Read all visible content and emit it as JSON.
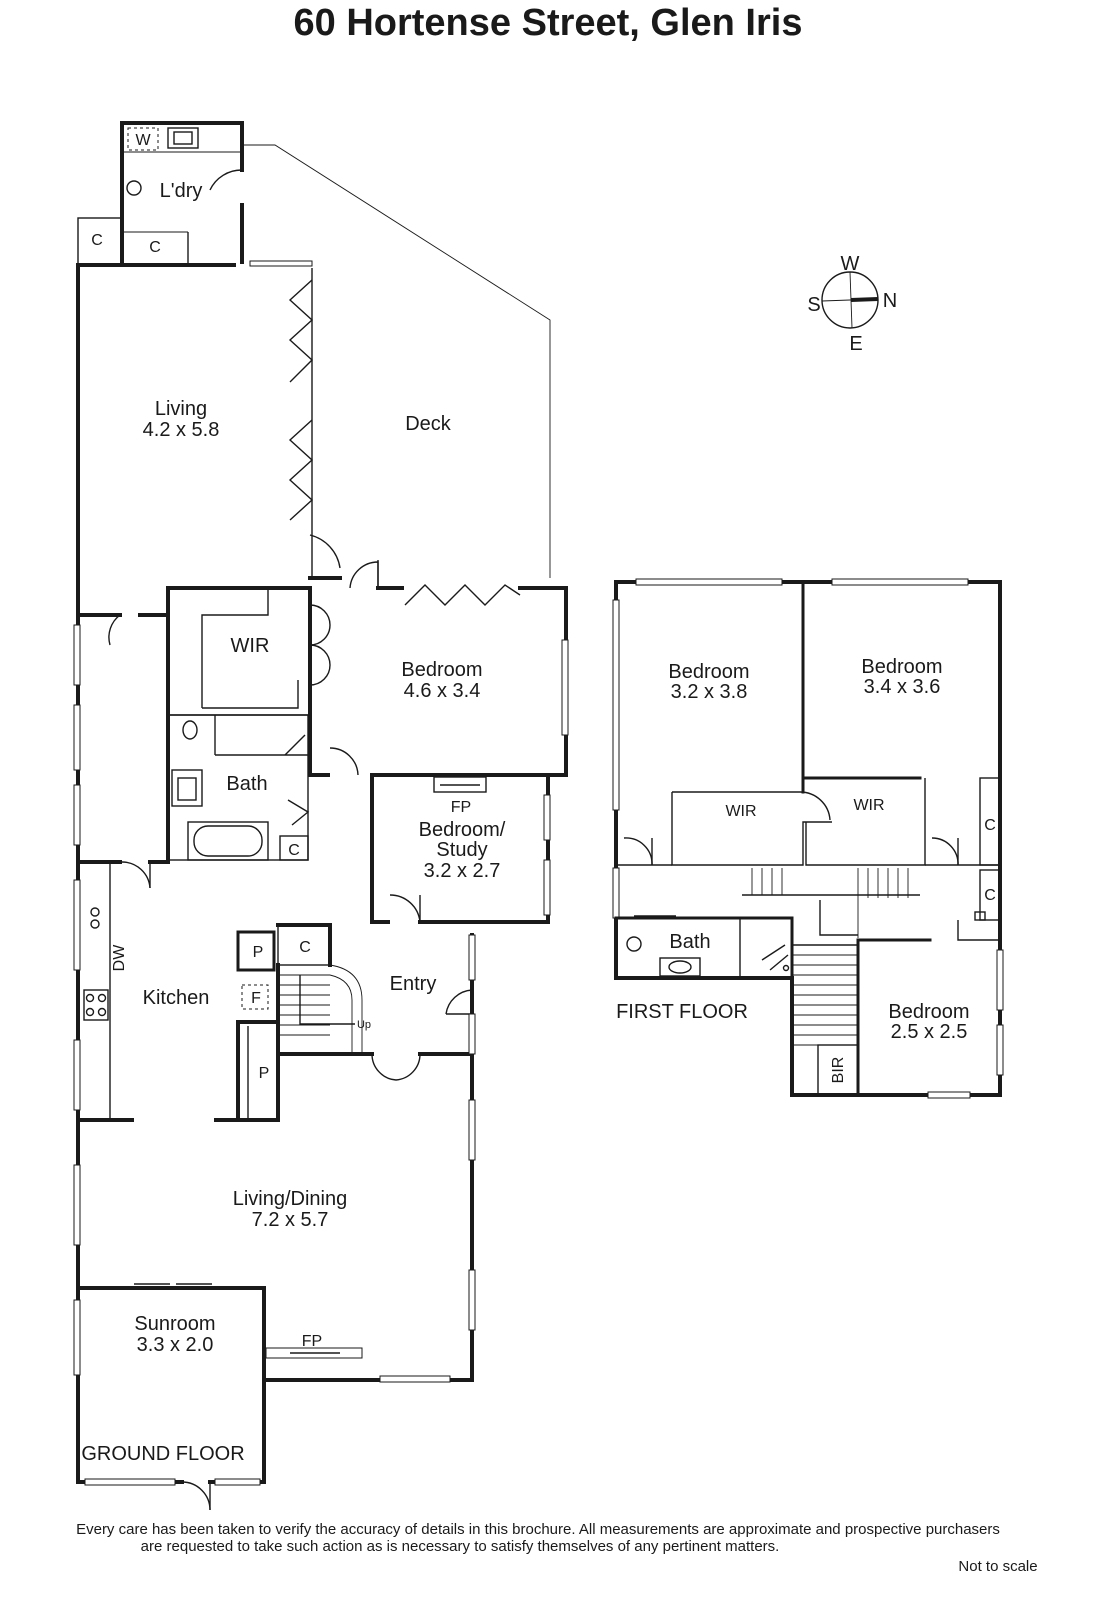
{
  "title": "60 Hortense Street, Glen Iris",
  "compass": {
    "w": "W",
    "s": "S",
    "n": "N",
    "e": "E"
  },
  "ground_floor": {
    "label": "GROUND FLOOR",
    "laundry": "L'dry",
    "laundry_w": "W",
    "c1": "C",
    "c2": "C",
    "living_name": "Living",
    "living_size": "4.2 x 5.8",
    "deck": "Deck",
    "wir": "WIR",
    "bed1_name": "Bedroom",
    "bed1_size": "4.6 x 3.4",
    "bath": "Bath",
    "bath_c": "C",
    "fp1": "FP",
    "study_name1": "Bedroom/",
    "study_name2": "Study",
    "study_size": "3.2 x 2.7",
    "dw": "DW",
    "kitchen": "Kitchen",
    "p1": "P",
    "c3": "C",
    "f": "F",
    "up": "Up",
    "entry": "Entry",
    "p2": "P",
    "livingdining_name": "Living/Dining",
    "livingdining_size": "7.2 x 5.7",
    "sunroom_name": "Sunroom",
    "sunroom_size": "3.3 x 2.0",
    "fp2": "FP"
  },
  "first_floor": {
    "label": "FIRST FLOOR",
    "bed2_name": "Bedroom",
    "bed2_size": "3.2 x 3.8",
    "bed3_name": "Bedroom",
    "bed3_size": "3.4 x 3.6",
    "wir1": "WIR",
    "wir2": "WIR",
    "c1": "C",
    "c2": "C",
    "bath": "Bath",
    "bed4_name": "Bedroom",
    "bed4_size": "2.5 x 2.5",
    "bir": "BIR"
  },
  "disclaimer_line1": "Every care has been taken to verify the accuracy of details in this brochure.  All measurements are approximate and prospective purchasers",
  "disclaimer_line2": "are requested to take such action as is necessary to satisfy themselves of any pertinent matters.",
  "not_to_scale": "Not to scale"
}
